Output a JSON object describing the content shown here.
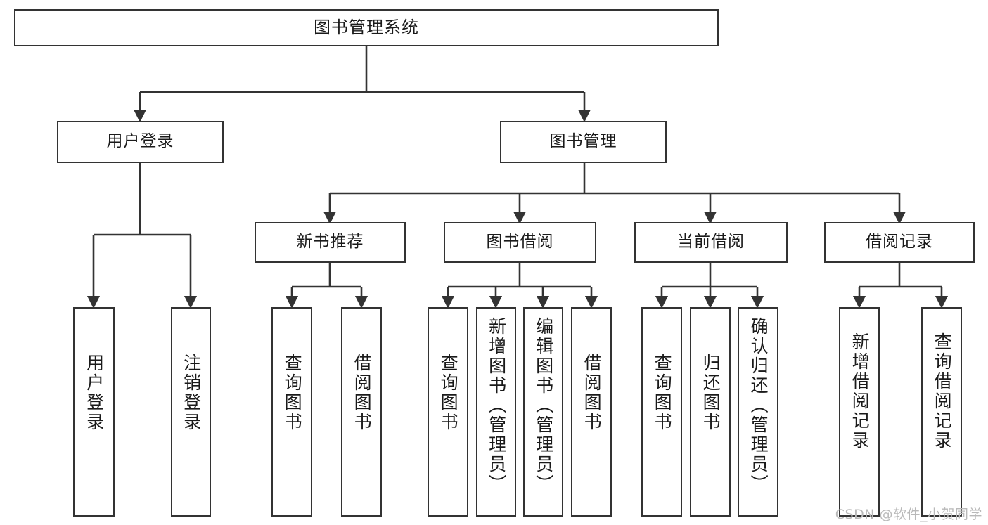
{
  "diagram": {
    "type": "tree-hierarchy",
    "title": "图书管理系统",
    "orientation": "top-down",
    "colors": {
      "box_stroke": "#333333",
      "box_fill": "#ffffff",
      "connector": "#333333",
      "text": "#1a1a1a",
      "watermark": "#b9b9b9",
      "background": "#ffffff"
    }
  },
  "root": {
    "label": "图书管理系统"
  },
  "level2": [
    {
      "label": "用户登录"
    },
    {
      "label": "图书管理"
    }
  ],
  "level3": [
    {
      "label": "新书推荐"
    },
    {
      "label": "图书借阅"
    },
    {
      "label": "当前借阅"
    },
    {
      "label": "借阅记录"
    }
  ],
  "leaves": {
    "user_login": [
      {
        "label": "用户登录"
      },
      {
        "label": "注销登录"
      }
    ],
    "new_book": [
      {
        "label": "查询图书"
      },
      {
        "label": "借阅图书"
      }
    ],
    "book_borrow": [
      {
        "label": "查询图书"
      },
      {
        "label": "新增图书（管理员）"
      },
      {
        "label": "编辑图书（管理员）"
      },
      {
        "label": "借阅图书"
      }
    ],
    "current_borrow": [
      {
        "label": "查询图书"
      },
      {
        "label": "归还图书"
      },
      {
        "label": "确认归还（管理员）"
      }
    ],
    "borrow_record": [
      {
        "label": "新增借阅记录"
      },
      {
        "label": "查询借阅记录"
      }
    ]
  },
  "watermark": {
    "text": "CSDN @软件_小贺同学"
  }
}
